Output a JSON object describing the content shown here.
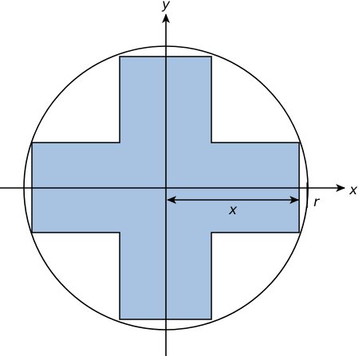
{
  "axes": {
    "x_label": "x",
    "y_label": "y"
  },
  "annotations": {
    "radius_label": "r",
    "dimension_label": "x"
  },
  "colors": {
    "cross_fill": "#a7c3e1",
    "outline": "#000000",
    "background": "#ffffff"
  }
}
